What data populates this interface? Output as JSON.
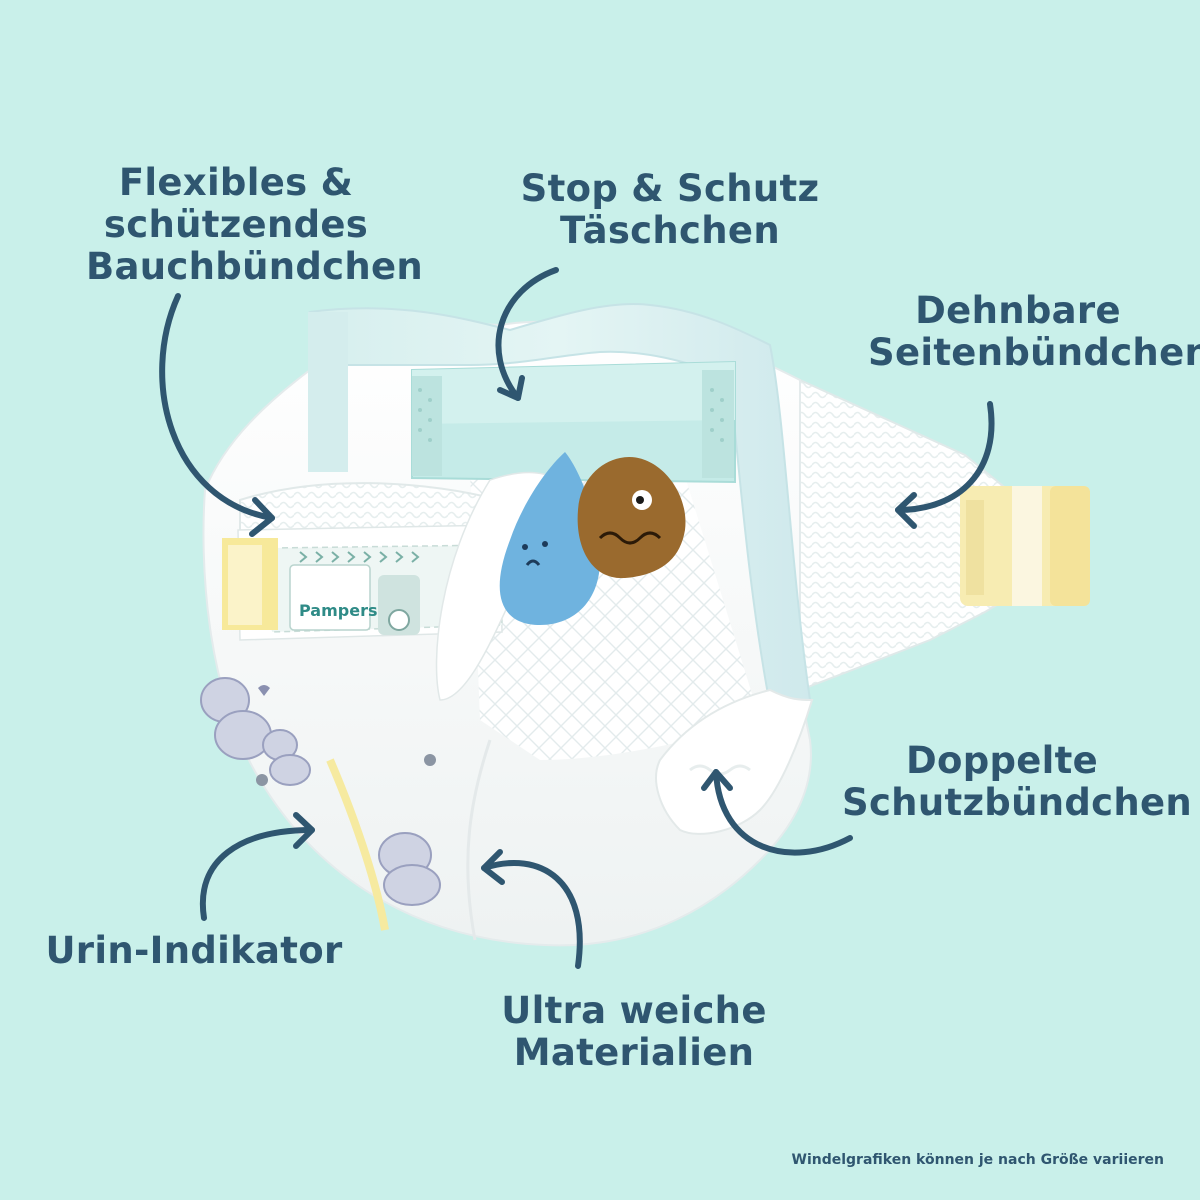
{
  "background_color": "#c9f0ea",
  "text_color": "#2f5670",
  "labels": {
    "belly_band": [
      "Flexibles &",
      "schützendes",
      "Bauchbündchen"
    ],
    "pocket": [
      "Stop & Schutz",
      "Täschchen"
    ],
    "side_band": [
      "Dehnbare",
      "Seitenbündchen"
    ],
    "double_cuffs": [
      "Doppelte",
      "Schutzbündchen"
    ],
    "urine_indicator": [
      "Urin-Indikator"
    ],
    "soft_material": [
      "Ultra weiche",
      "Materialien"
    ]
  },
  "brand": "Pampers",
  "footnote": "Windelgrafiken können je nach Größe variieren",
  "icons": [
    "arrow-icon",
    "elephant-icon",
    "water-drop-icon",
    "poop-drop-icon",
    "heart-icon"
  ]
}
